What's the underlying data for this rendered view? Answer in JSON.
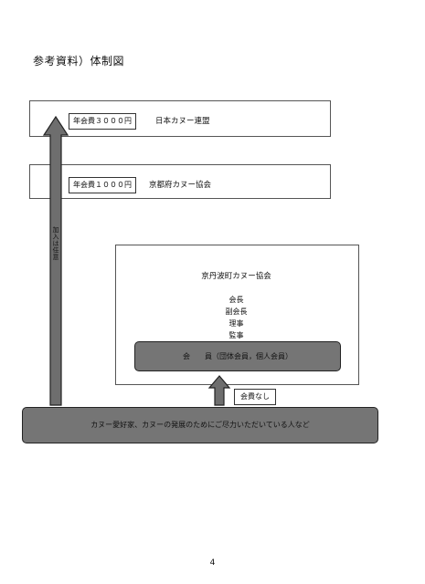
{
  "header": {
    "title": "参考資料）体制図"
  },
  "diagram": {
    "federation": {
      "name": "日本カヌー連盟",
      "fee": "年会費３０００円"
    },
    "association": {
      "name": "京都府カヌー協会",
      "fee": "年会費１０００円"
    },
    "local": {
      "name": "京丹波町カヌー協会",
      "roles": [
        "会長",
        "副会長",
        "理事",
        "監事"
      ],
      "members": "会　　員（団体会員，個人会員）"
    },
    "no_fee": "会費なし",
    "arrow_label": "加入は任意",
    "base": "カヌー愛好家、カヌーの発展のためにご尽力いただいている人など"
  },
  "footer": {
    "page_number": "4"
  }
}
